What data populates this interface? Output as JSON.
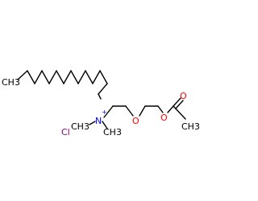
{
  "molecule": {
    "labels": {
      "methyl_top_left": "CH3",
      "nitrogen": "N",
      "nitrogen_charge": "+",
      "n_methyl_left": "CH3",
      "n_methyl_bottom": "CH3",
      "ether_oxygen": "O",
      "ester_oxygen": "O",
      "carbonyl_oxygen": "O",
      "ester_methyl": "CH3",
      "chloride": "Cl",
      "chloride_charge": "-"
    },
    "colors": {
      "bond": "#000000",
      "carbon": "#000000",
      "nitrogen": "#0000ff",
      "oxygen": "#ff0000",
      "chlorine": "#800080"
    }
  }
}
